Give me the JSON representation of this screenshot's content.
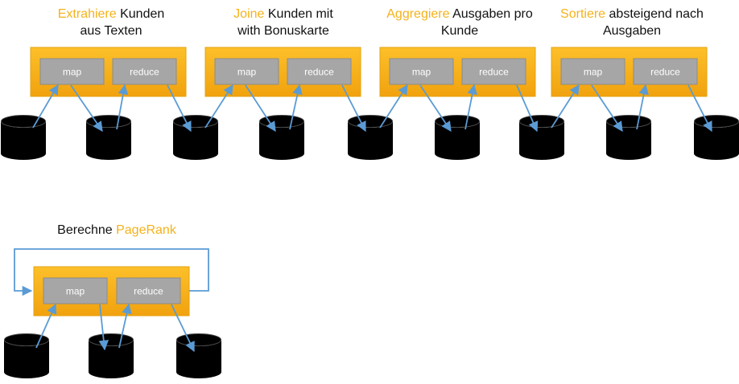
{
  "colors": {
    "highlight": "#f5b21a",
    "job_box_top": "#fcc02a",
    "job_box_bottom": "#f1a20e",
    "task_box": "#a6a6a6",
    "arrow": "#5b9bd5",
    "datastore": "#000000"
  },
  "task_labels": {
    "map": "map",
    "reduce": "reduce"
  },
  "pipeline": [
    {
      "title_highlight": "Extrahiere",
      "title_line1_rest": " Kunden",
      "title_line2": "aus Texten"
    },
    {
      "title_highlight": "Joine",
      "title_line1_rest": " Kunden mit",
      "title_line2": "with Bonuskarte"
    },
    {
      "title_highlight": "Aggregiere",
      "title_line1_rest": " Ausgaben pro",
      "title_line2": "Kunde"
    },
    {
      "title_highlight": "Sortiere",
      "title_line1_rest": " absteigend nach",
      "title_line2": "Ausgaben"
    }
  ],
  "iterative": {
    "title_prefix": "Berechne ",
    "title_highlight": "PageRank"
  }
}
